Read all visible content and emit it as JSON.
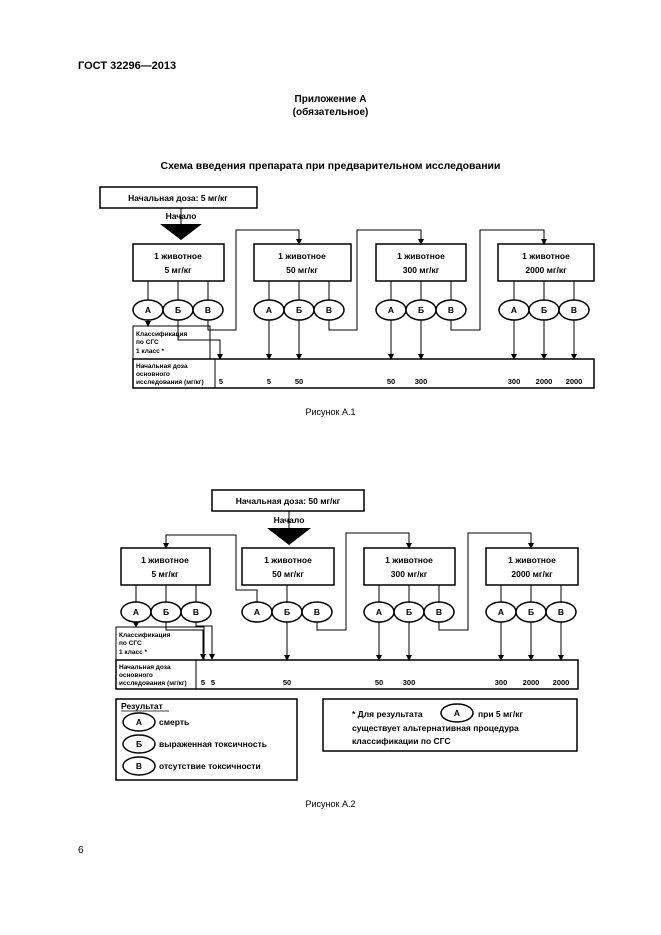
{
  "header": {
    "standard": "ГОСТ  32296—2013",
    "appendix": "Приложение А",
    "appendix_note": "(обязательное)",
    "scheme_title": "Схема введения препарата при предварительном исследовании"
  },
  "figure1": {
    "start_dose": "Начальная доза: 5 мг/кг",
    "start": "Начало",
    "animal": "1 животное",
    "doses": [
      "5 мг/кг",
      "50 мг/кг",
      "300 мг/кг",
      "2000 мг/кг"
    ],
    "outcomes": [
      "А",
      "Б",
      "В"
    ],
    "ghs_l1": "Классификация",
    "ghs_l2": "по СГС",
    "ghs_l3": "1 класс *",
    "main_l1": "Начальная доза",
    "main_l2": "основного",
    "main_l3": "исследования (мг/кг)",
    "main_values": [
      "5",
      "5",
      "50",
      "50",
      "300",
      "300",
      "2000",
      "2000"
    ],
    "caption": "Рисунок А.1"
  },
  "figure2": {
    "start_dose": "Начальная доза: 50 мг/кг",
    "start": "Начало",
    "animal": "1 животное",
    "doses": [
      "5 мг/кг",
      "50 мг/кг",
      "300 мг/кг",
      "2000 мг/кг"
    ],
    "outcomes": [
      "А",
      "Б",
      "В"
    ],
    "ghs_l1": "Классификация",
    "ghs_l2": "по СГС",
    "ghs_l3": "1 класс *",
    "main_l1": "Начальная доза",
    "main_l2": "основного",
    "main_l3": "исследования (мг/кг)",
    "main_values": [
      "5",
      "5",
      "50",
      "50",
      "300",
      "300",
      "2000",
      "2000"
    ],
    "caption": "Рисунок А.2"
  },
  "legend": {
    "title": "Результат",
    "items": [
      {
        "key": "А",
        "label": "смерть"
      },
      {
        "key": "Б",
        "label": "выраженная токсичность"
      },
      {
        "key": "В",
        "label": "отсутствие токсичности"
      }
    ]
  },
  "footnote": {
    "prefix": "* Для результата",
    "key": "А",
    "suffix": "при 5 мг/кг",
    "l2": "существует альтернативная процедура",
    "l3": "классификации по СГС"
  },
  "page_number": "6"
}
